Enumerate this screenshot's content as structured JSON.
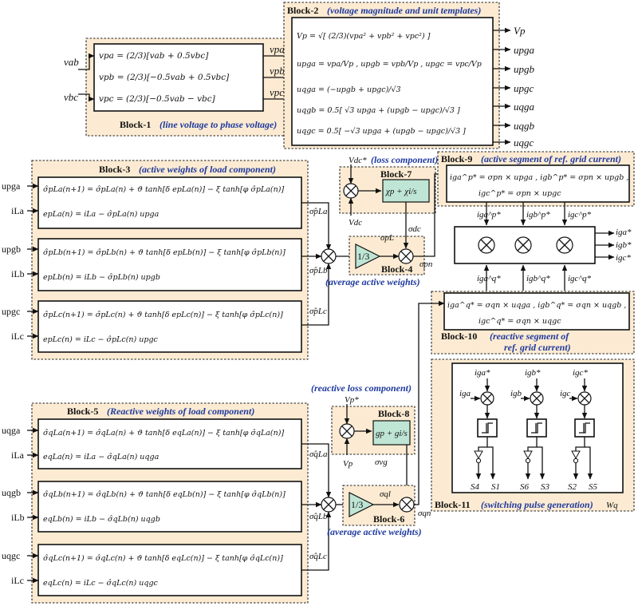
{
  "colors": {
    "block_fill": "#fcebd2",
    "desc_text": "#1f3a9e",
    "gain_fill": "#bfe5d5"
  },
  "block1": {
    "title": "Block-1",
    "desc": "(line voltage to phase voltage)",
    "eq1": "vpa = (2/3)[vab + 0.5vbc]",
    "eq2": "vpb = (2/3)[−0.5vab + 0.5vbc]",
    "eq3": "vpc = (2/3)[−0.5vab − vbc]",
    "in_vab": "vab",
    "in_vbc": "vbc",
    "out_vpa": "vpa",
    "out_vpb": "vpb",
    "out_vpc": "vpc"
  },
  "block2": {
    "title": "Block-2",
    "desc": "(voltage magnitude and unit templates)",
    "eq1": "Vp = √[ (2/3)(vpa² + vpb² + vpc²) ]",
    "eq2": "upga = vpa/Vp ,  upgb = vpb/Vp ,  upgc = vpc/Vp",
    "eq3": "uqga = (−upgb + upgc)/√3",
    "eq4": "uqgb = 0.5[ √3 upga + (upgb − upgc)/√3 ]",
    "eq5": "uqgc = 0.5[ −√3 upga + (upgb − upgc)/√3 ]",
    "outputs": [
      "Vp",
      "upga",
      "upgb",
      "upgc",
      "uqga",
      "uqgb",
      "uqgc"
    ]
  },
  "block3": {
    "title": "Block-3",
    "desc": "(active weights of load component)",
    "rows": [
      {
        "in_u": "upga",
        "in_i": "iLa",
        "eq_a": "σ̂pLa(n+1) = σ̂pLa(n) + ϑ tanh[δ epLa(n)] − ξ tanh[φ σ̂pLa(n)]",
        "eq_b": "epLa(n) = iLa − σ̂pLa(n) upga",
        "out": "σ̂pLa"
      },
      {
        "in_u": "upgb",
        "in_i": "iLb",
        "eq_a": "σ̂pLb(n+1) = σ̂pLb(n) + ϑ tanh[δ epLb(n)] − ξ tanh[φ σ̂pLb(n)]",
        "eq_b": "epLb(n) = iLb − σ̂pLb(n) upgb",
        "out": "σ̂pLb"
      },
      {
        "in_u": "upgc",
        "in_i": "iLc",
        "eq_a": "σ̂pLc(n+1) = σ̂pLc(n) + ϑ tanh[δ epLc(n)] − ξ tanh[φ σ̂pLc(n)]",
        "eq_b": "epLc(n) = iLc − σ̂pLc(n) upgc",
        "out": "σ̂pLc"
      }
    ]
  },
  "block4": {
    "title": "Block-4",
    "desc": "(average active weights)",
    "gain": "1/3",
    "sigma_pl": "σpL",
    "sigma_pn": "σpn"
  },
  "block5": {
    "title": "Block-5",
    "desc": "(Reactive weights of load component)",
    "rows": [
      {
        "in_u": "uqga",
        "in_i": "iLa",
        "eq_a": "σ̂qLa(n+1) = σ̂qLa(n) + ϑ tanh[δ eqLa(n)] − ξ tanh[φ σ̂qLa(n)]",
        "eq_b": "eqLa(n) = iLa − σ̂qLa(n) uqga",
        "out": "σ̂qLa"
      },
      {
        "in_u": "uqgb",
        "in_i": "iLb",
        "eq_a": "σ̂qLb(n+1) = σ̂qLb(n) + ϑ tanh[δ eqLb(n)] − ξ tanh[φ σ̂qLb(n)]",
        "eq_b": "eqLb(n) = iLb − σ̂qLb(n) uqgb",
        "out": "σ̂qLb"
      },
      {
        "in_u": "uqgc",
        "in_i": "iLc",
        "eq_a": "σ̂qLc(n+1) = σ̂qLc(n) + ϑ tanh[δ eqLc(n)] − ξ tanh[φ σ̂qLc(n)]",
        "eq_b": "eqLc(n) = iLc − σ̂qLc(n) uqgc",
        "out": "σ̂qLc"
      }
    ]
  },
  "block6": {
    "title": "Block-6",
    "desc": "(average active weights)",
    "gain": "1/3",
    "sigma_ql": "σql",
    "sigma_qn": "σqn"
  },
  "block7": {
    "title": "Block-7",
    "desc": "(loss component)",
    "vdc_ref": "Vdc*",
    "vdc": "Vdc",
    "pi": "χp + χi/s",
    "sigma_dc": "σdc"
  },
  "block8": {
    "title": "Block-8",
    "desc": "(reactive loss component)",
    "vp_ref": "Vp*",
    "vp": "Vp",
    "pi": "gp + gi/s",
    "sigma_vg": "σvg"
  },
  "block9": {
    "title": "Block-9",
    "desc": "(active segment of ref. grid current)",
    "eq1": "iga^p* = σpn × upga ,  igb^p* = σpn × upgb ,",
    "eq2": "igc^p* = σpn × upgc",
    "outs": [
      "iga^p*",
      "igb^p*",
      "igc^p*"
    ]
  },
  "sum_outputs": [
    "iga*",
    "igb*",
    "igc*"
  ],
  "block10": {
    "title": "Block-10",
    "desc1": "(reactive segment of",
    "desc2": "ref. grid current)",
    "eq1": "iga^q* = σqn × uqga ,  igb^q* = σqn × uqgb ,",
    "eq2": "igc^q* = σqn × uqgc",
    "ins": [
      "iga^q*",
      "igb^q*",
      "igc^q*"
    ]
  },
  "block11": {
    "title": "Block-11",
    "desc": "(switching pulse generation)",
    "suffix": "Wq",
    "refs": [
      "iga*",
      "igb*",
      "igc*"
    ],
    "meas": [
      "iga",
      "igb",
      "igc"
    ],
    "switches": [
      "S4",
      "S1",
      "S6",
      "S3",
      "S2",
      "S5"
    ]
  }
}
